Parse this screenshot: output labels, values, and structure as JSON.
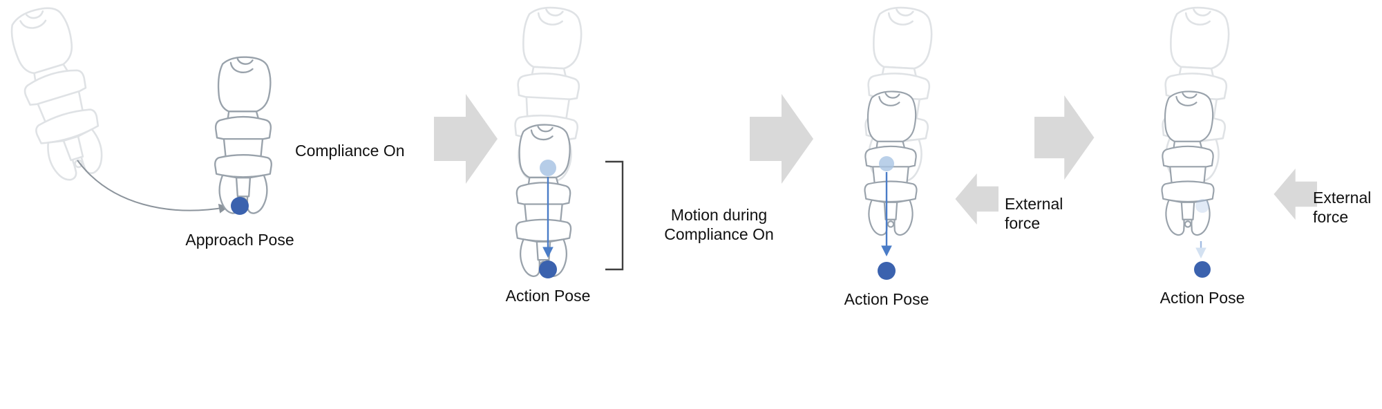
{
  "colors": {
    "pose_dot": "#3b62ae",
    "pose_dot_light": "#a9c4e4",
    "motion_arrow": "#4a7cc7",
    "flow_arrow": "#d9d9d9",
    "line_art": "#99a2ab"
  },
  "panels": {
    "approach": {
      "pose_label": "Approach Pose"
    },
    "compliance": {
      "transition_label": "Compliance On",
      "pose_label": "Action Pose",
      "bracket_label_line1": "Motion during",
      "bracket_label_line2": "Compliance On"
    },
    "external_first": {
      "pose_label": "Action Pose",
      "force_label_line1": "External",
      "force_label_line2": "force"
    },
    "external_second": {
      "pose_label": "Action Pose",
      "force_label_line1": "External",
      "force_label_line2": "force"
    }
  }
}
